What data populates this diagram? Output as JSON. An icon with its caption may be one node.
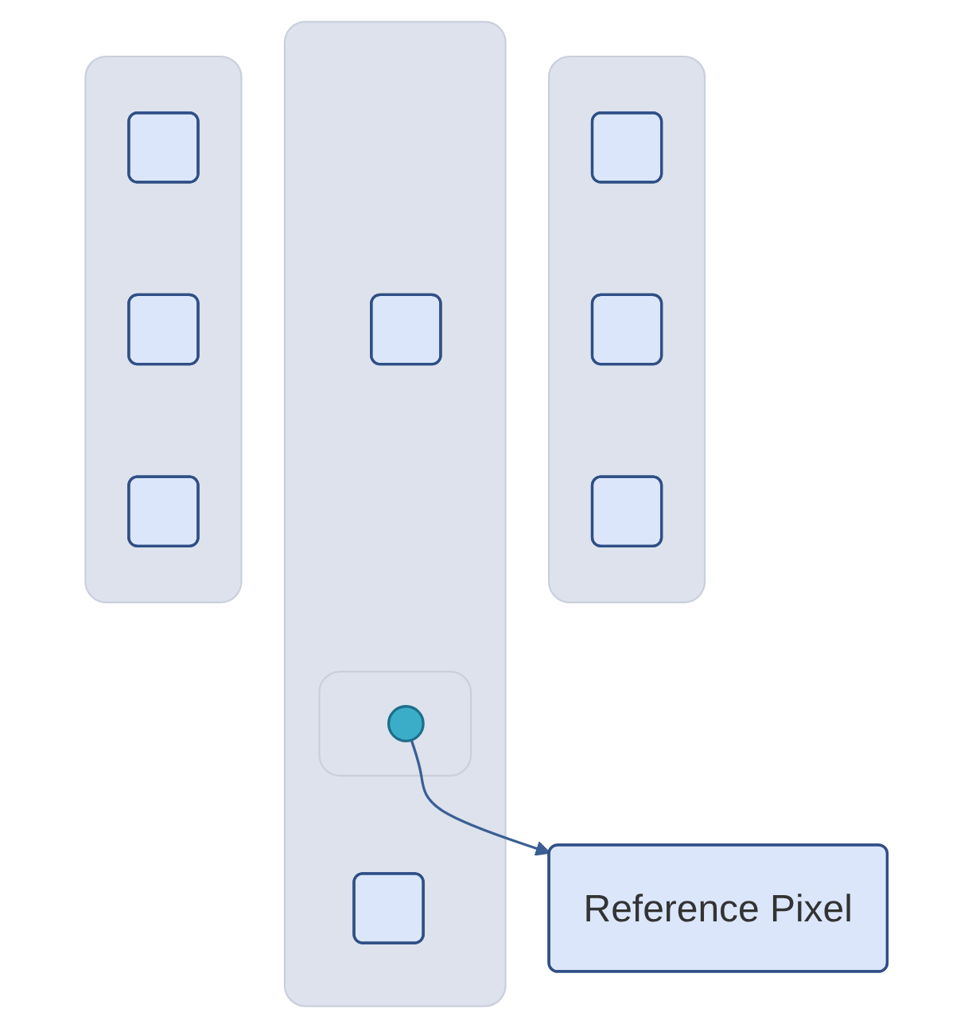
{
  "diagram": {
    "nodes": [
      {
        "text": [],
        "shape": "box"
      },
      {
        "text": [],
        "shape": "box",
        "in": 0
      },
      {
        "text": [],
        "shape": "box",
        "in": 0
      },
      {
        "text": [],
        "shape": "box",
        "in": 0
      },
      {
        "text": [],
        "shape": "box"
      },
      {
        "text": [],
        "shape": "box",
        "in": 4
      },
      {
        "text": [],
        "shape": "box",
        "in": 4
      },
      {
        "text": [],
        "shape": "circle",
        "in": 6
      },
      {
        "text": [],
        "shape": "box",
        "in": 4
      },
      {
        "text": [],
        "shape": "box"
      },
      {
        "text": [],
        "shape": "box",
        "in": 9
      },
      {
        "text": [],
        "shape": "box",
        "in": 9
      },
      {
        "text": [],
        "shape": "box",
        "in": 9
      },
      {
        "text": [
          "Reference Pixel"
        ]
      }
    ],
    "edges": [
      {
        "from": 7,
        "to": 13,
        "arrow": "to"
      }
    ]
  }
}
